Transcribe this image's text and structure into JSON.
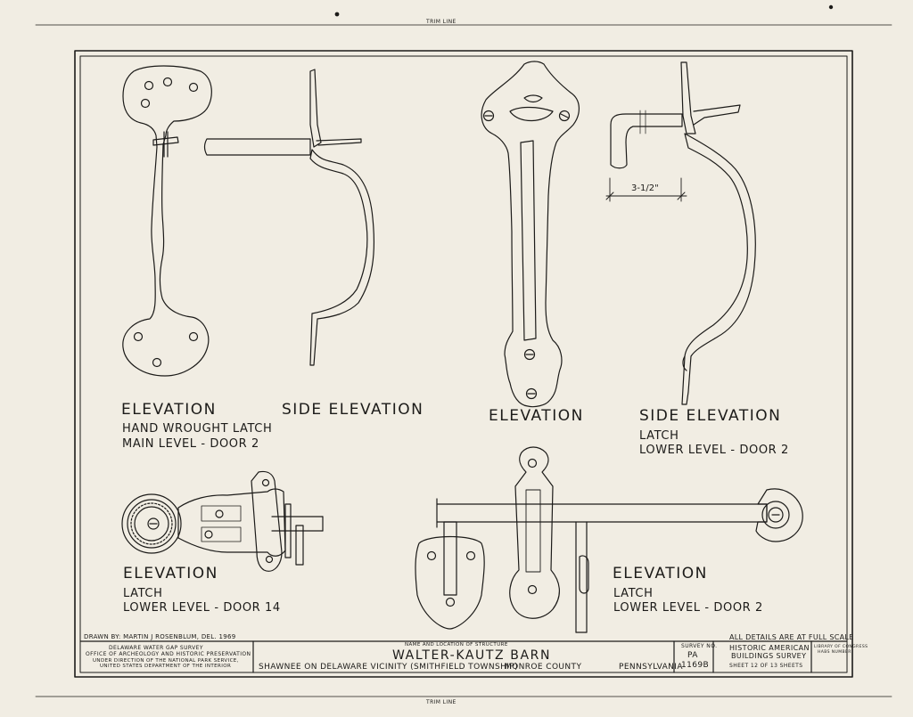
{
  "sheet": {
    "trim_line_top": "TRIM LINE",
    "trim_line_bottom": "TRIM LINE"
  },
  "views": {
    "v1": {
      "title": "ELEVATION",
      "line1": "HAND WROUGHT LATCH",
      "line2": "MAIN LEVEL - DOOR  2"
    },
    "v2": {
      "title": "SIDE  ELEVATION"
    },
    "v3": {
      "title": "ELEVATION"
    },
    "v4": {
      "title": "SIDE  ELEVATION",
      "line1": "LATCH",
      "line2": "LOWER LEVEL - DOOR 2"
    },
    "v5": {
      "title": "ELEVATION",
      "line1": "LATCH",
      "line2": "LOWER  LEVEL - DOOR  14"
    },
    "v6": {
      "title": "ELEVATION",
      "line1": "LATCH",
      "line2": "LOWER LEVEL - DOOR 2"
    }
  },
  "dimension": {
    "label": "3-1/2\""
  },
  "notes": {
    "scale": "ALL DETAILS ARE AT FULL SCALE"
  },
  "title_block": {
    "drawn_by": "DRAWN BY: MARTIN  J  ROSENBLUM,  DEL. 1969",
    "agency_1": "DELAWARE   WATER   GAP  SURVEY",
    "agency_2": "OFFICE  OF  ARCHEOLOGY   AND   HISTORIC   PRESERVATION",
    "agency_3": "UNDER DIRECTION OF THE NATIONAL PARK SERVICE,",
    "agency_4": "UNITED STATES DEPARTMENT OF THE INTERIOR",
    "name_caption": "NAME AND LOCATION OF STRUCTURE",
    "structure_name": "WALTER-KAUTZ  BARN",
    "location": "SHAWNEE ON DELAWARE VICINITY (SMITHFIELD TOWNSHIP)",
    "county": "MONROE  COUNTY",
    "state": "PENNSYLVANIA",
    "survey_no_caption": "SURVEY NO.",
    "survey_state": "PA",
    "survey_number": "1169B",
    "habs_1": "HISTORIC AMERICAN",
    "habs_2": "BUILDINGS SURVEY",
    "sheet_of": "SHEET  12  OF  13  SHEETS",
    "loc_1": "LIBRARY OF CONGRESS",
    "loc_2": "HABS NUMBER"
  }
}
